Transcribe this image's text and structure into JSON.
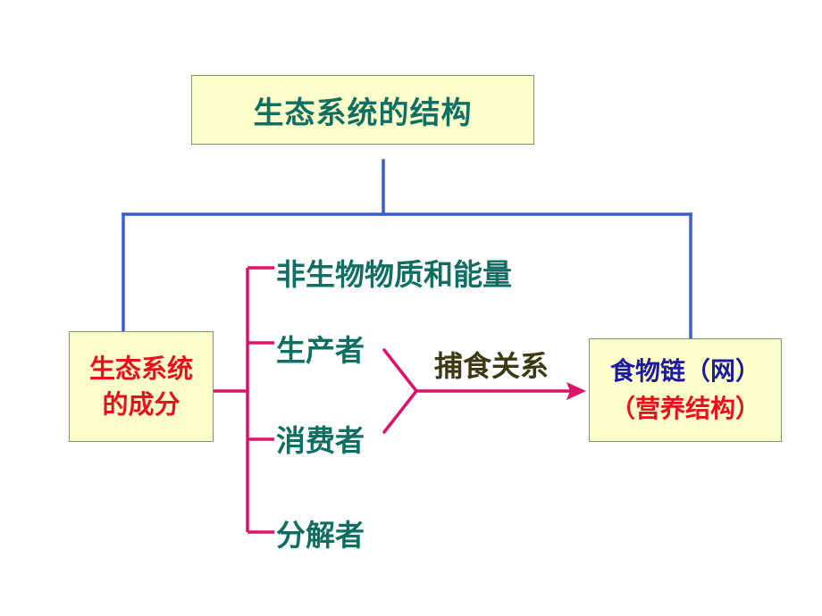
{
  "title": "生态系统的结构",
  "components": {
    "line1": "生态系统",
    "line2": "的成分"
  },
  "items": {
    "abiotic": "非生物物质和能量",
    "producer": "生产者",
    "consumer": "消费者",
    "decomposer": "分解者"
  },
  "relation": "捕食关系",
  "food_chain": {
    "line1": "食物链（网）",
    "line2": "（营养结构）"
  },
  "colors": {
    "connector_blue": "#3a5fcd",
    "bracket_pink": "#e0106a",
    "title_teal": "#0f6f62",
    "box_fill": "#ffffcc",
    "red_text": "#e8101c",
    "navy_text": "#1b1aa3"
  }
}
